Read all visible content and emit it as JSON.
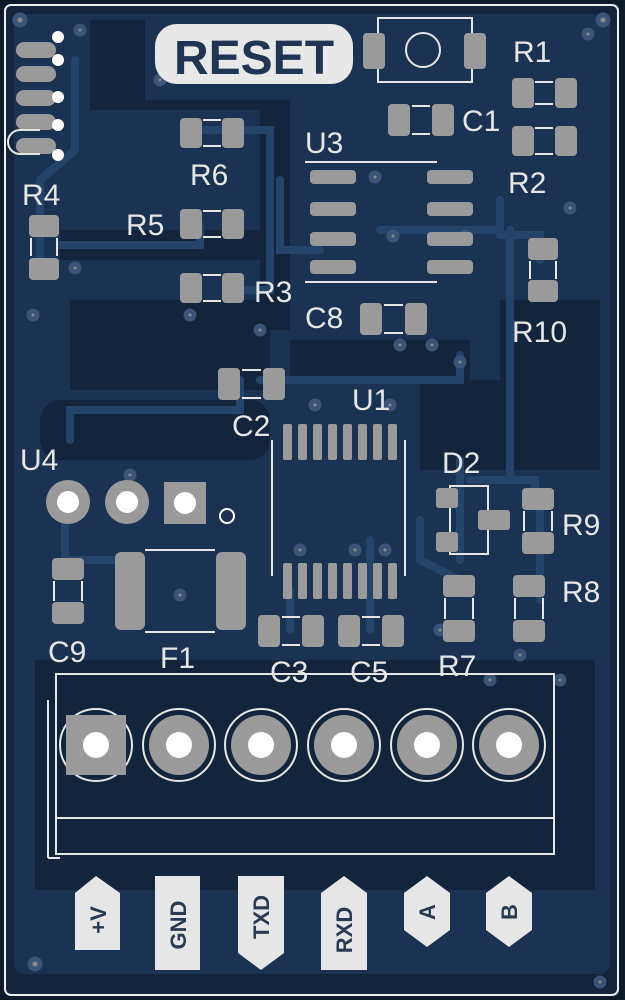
{
  "board": {
    "colors": {
      "background": "#12253c",
      "copper_fill": "#1b3352",
      "trace": "#24446a",
      "pad": "#9a9a9a",
      "silkscreen": "#e6e6e6",
      "via": "#8a8a8a"
    },
    "reset_label": "RESET",
    "components": {
      "r1": "R1",
      "r2": "R2",
      "r3": "R3",
      "r4": "R4",
      "r5": "R5",
      "r6": "R6",
      "r7": "R7",
      "r8": "R8",
      "r9": "R9",
      "r10": "R10",
      "c1": "C1",
      "c2": "C2",
      "c3": "C3",
      "c5": "C5",
      "c8": "C8",
      "c9": "C9",
      "u1": "U1",
      "u3": "U3",
      "u4": "U4",
      "d2": "D2",
      "f1": "F1"
    },
    "connector_pins": [
      "+V",
      "GND",
      "TXD",
      "RXD",
      "A",
      "B"
    ]
  }
}
